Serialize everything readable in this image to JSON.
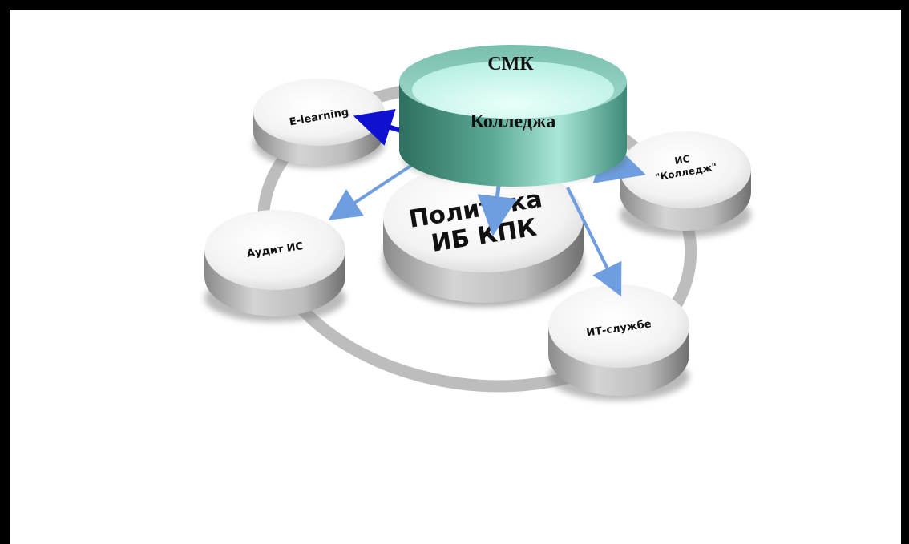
{
  "diagram": {
    "top": {
      "line1": "СМК",
      "line2": "Колледжа"
    },
    "center": {
      "line1": "Политика",
      "line2": "ИБ КПК"
    },
    "nodes": [
      {
        "id": "elearning",
        "label": "E-learning"
      },
      {
        "id": "ic-college",
        "line1": "ИС",
        "line2": "\"Колледж\""
      },
      {
        "id": "audit",
        "label": "Аудит ИС"
      },
      {
        "id": "it",
        "label": "ИТ-службе"
      }
    ]
  },
  "colors": {
    "ring": "#bdbdbd",
    "puck_top": "#ffffff",
    "puck_side": "#9a9a9a",
    "cylinder_top": "#8fcfc0",
    "cylinder_inner": "#d8fbf4",
    "cylinder_side_dark": "#2f6f5f",
    "cylinder_side_light": "#a9e6d8",
    "arrow_dark": "#1010d0",
    "arrow_light": "#6f9ee0"
  }
}
